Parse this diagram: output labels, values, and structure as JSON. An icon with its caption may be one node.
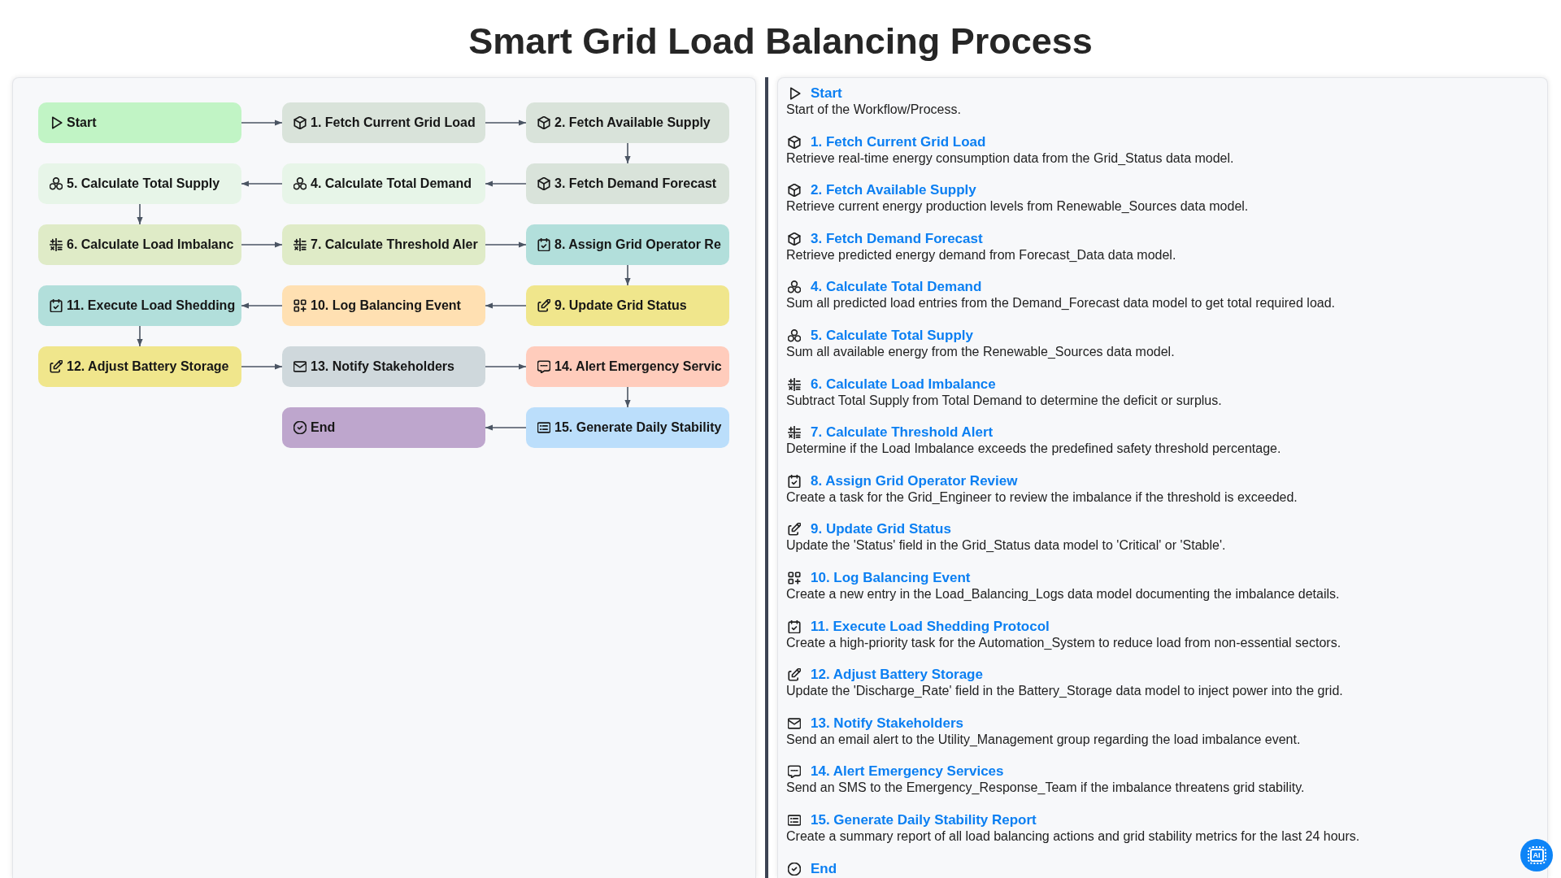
{
  "diagram": {
    "title": "Smart Grid Load Balancing Process",
    "nodes": [
      {
        "text": [
          "Start"
        ]
      },
      {
        "text": [
          "1. Fetch Current Grid Load"
        ]
      },
      {
        "text": [
          "2. Fetch Available Supply"
        ]
      },
      {
        "text": [
          "3. Fetch Demand Forecast"
        ]
      },
      {
        "text": [
          "4. Calculate Total Demand"
        ]
      },
      {
        "text": [
          "5. Calculate Total Supply"
        ]
      },
      {
        "text": [
          "6. Calculate Load Imbalanc"
        ]
      },
      {
        "text": [
          "7. Calculate Threshold Aler"
        ]
      },
      {
        "text": [
          "8. Assign Grid Operator Re"
        ]
      },
      {
        "text": [
          "9. Update Grid Status"
        ]
      },
      {
        "text": [
          "10. Log Balancing Event"
        ]
      },
      {
        "text": [
          "11. Execute Load Shedding"
        ]
      },
      {
        "text": [
          "12. Adjust Battery Storage"
        ]
      },
      {
        "text": [
          "13. Notify Stakeholders"
        ]
      },
      {
        "text": [
          "14. Alert Emergency Servic"
        ]
      },
      {
        "text": [
          "15. Generate Daily Stability"
        ]
      },
      {
        "text": [
          "End"
        ]
      }
    ],
    "edges": [
      {
        "from": 0,
        "to": 1,
        "arrow": "to"
      },
      {
        "from": 1,
        "to": 2,
        "arrow": "to"
      },
      {
        "from": 2,
        "to": 3,
        "arrow": "to"
      },
      {
        "from": 3,
        "to": 4,
        "arrow": "to"
      },
      {
        "from": 4,
        "to": 5,
        "arrow": "to"
      },
      {
        "from": 5,
        "to": 6,
        "arrow": "to"
      },
      {
        "from": 6,
        "to": 7,
        "arrow": "to"
      },
      {
        "from": 7,
        "to": 8,
        "arrow": "to"
      },
      {
        "from": 8,
        "to": 9,
        "arrow": "to"
      },
      {
        "from": 9,
        "to": 10,
        "arrow": "to"
      },
      {
        "from": 10,
        "to": 11,
        "arrow": "to"
      },
      {
        "from": 11,
        "to": 12,
        "arrow": "to"
      },
      {
        "from": 12,
        "to": 13,
        "arrow": "to"
      },
      {
        "from": 13,
        "to": 14,
        "arrow": "to"
      },
      {
        "from": 14,
        "to": 15,
        "arrow": "to"
      },
      {
        "from": 15,
        "to": 16,
        "arrow": "to"
      }
    ],
    "labels": [
      "Start",
      "Start of the Workflow/Process.",
      "1. Fetch Current Grid Load",
      "Retrieve real-time energy consumption data from the Grid_Status data model.",
      "2. Fetch Available Supply",
      "Retrieve current energy production levels from Renewable_Sources data model.",
      "3. Fetch Demand Forecast",
      "Retrieve predicted energy demand from Forecast_Data data model.",
      "4. Calculate Total Demand",
      "Sum all predicted load entries from the Demand_Forecast data model to get total required load.",
      "5. Calculate Total Supply",
      "Sum all available energy from the Renewable_Sources data model.",
      "6. Calculate Load Imbalance",
      "Subtract Total Supply from Total Demand to determine the deficit or surplus.",
      "7. Calculate Threshold Alert",
      "Determine if the Load Imbalance exceeds the predefined safety threshold percentage.",
      "8. Assign Grid Operator Review",
      "Create a task for the Grid_Engineer to review the imbalance if the threshold is exceeded.",
      "9. Update Grid Status",
      "Update the 'Status' field in the Grid_Status data model to 'Critical' or 'Stable'.",
      "10. Log Balancing Event",
      "Create a new entry in the Load_Balancing_Logs data model documenting the imbalance details.",
      "11. Execute Load Shedding Protocol",
      "Create a high-priority task for the Automation_System to reduce load from non-essential sectors.",
      "12. Adjust Battery Storage",
      "Update the 'Discharge_Rate' field in the Battery_Storage data model to inject power into the grid.",
      "13. Notify Stakeholders",
      "Send an email alert to the Utility_Management group regarding the load imbalance event.",
      "14. Alert Emergency Services",
      "Send an SMS to the Emergency_Response_Team if the imbalance threatens grid stability.",
      "15. Generate Daily Stability Report",
      "Create a summary report of all load balancing actions and grid stability metrics for the last 24 hours.",
      "End",
      "AI"
    ]
  }
}
